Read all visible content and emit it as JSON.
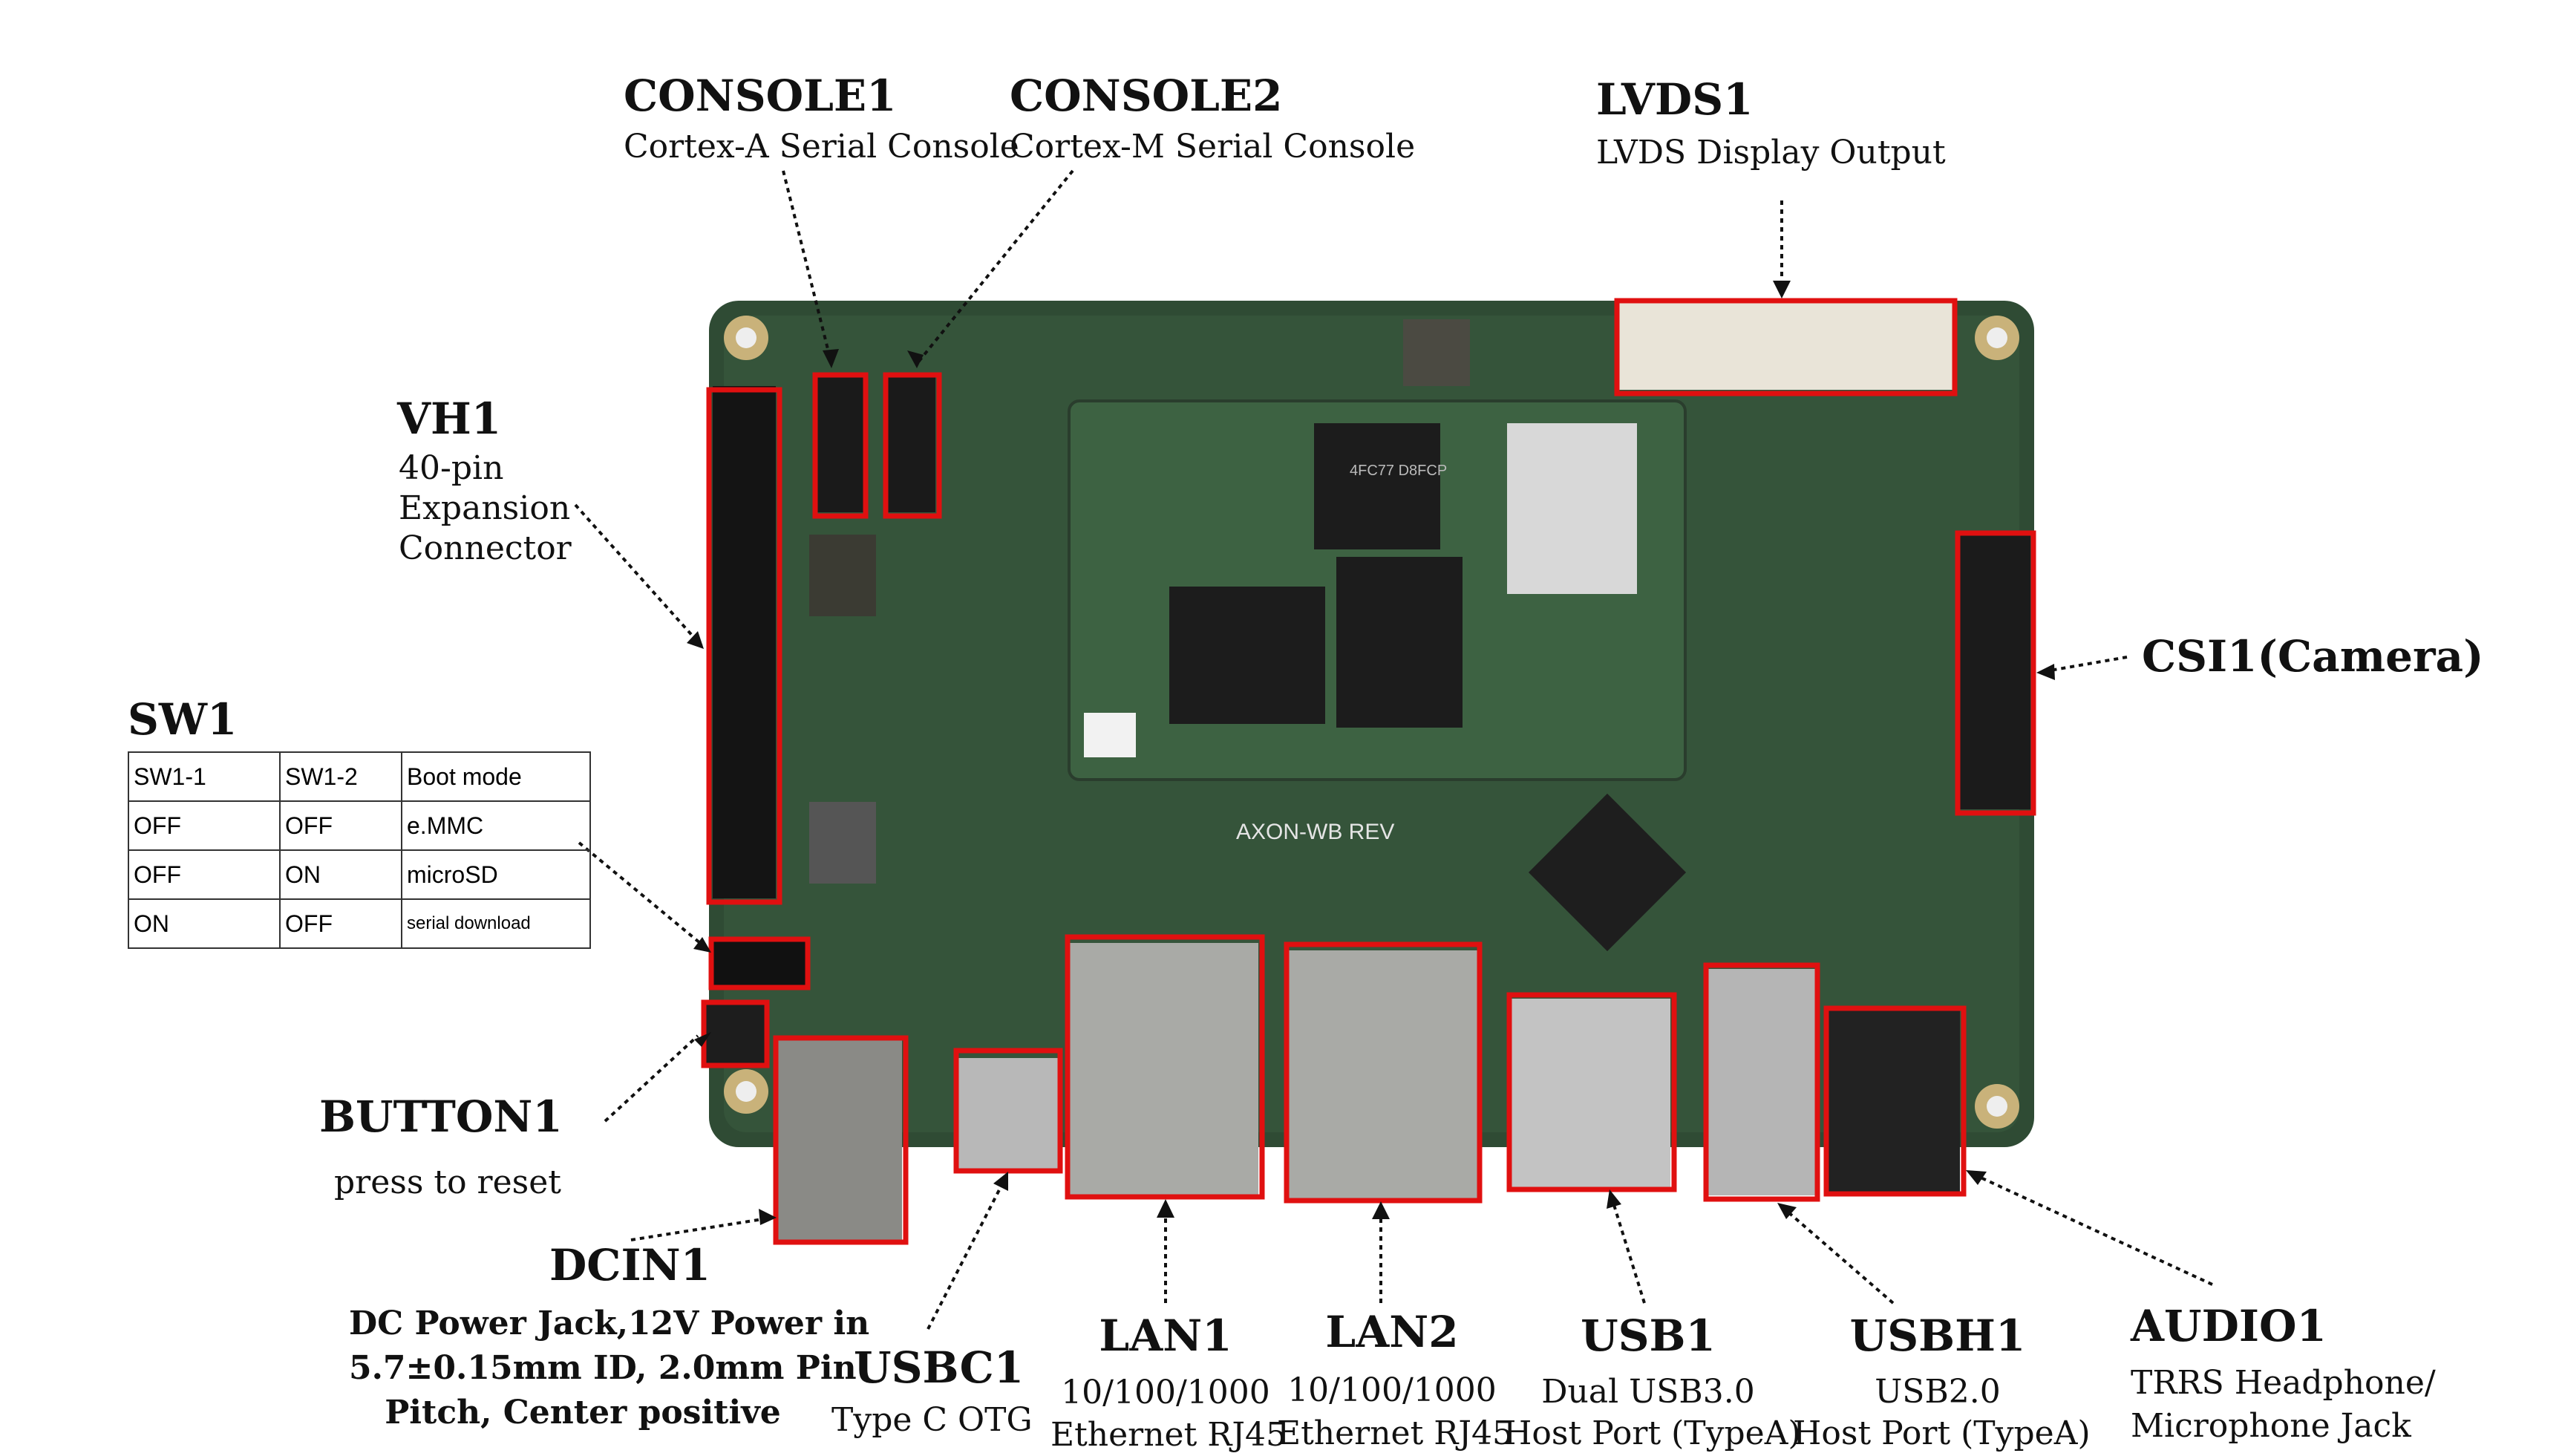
{
  "callouts": {
    "console1": {
      "title": "CONSOLE1",
      "desc": "Cortex-A Serial Console"
    },
    "console2": {
      "title": "CONSOLE2",
      "desc": "Cortex-M Serial Console"
    },
    "lvds1": {
      "title": "LVDS1",
      "desc": "LVDS Display Output"
    },
    "vh1": {
      "title": "VH1",
      "desc1": "40-pin",
      "desc2": "Expansion",
      "desc3": "Connector"
    },
    "csi1": {
      "title": "CSI1(Camera)"
    },
    "sw1": {
      "title": "SW1"
    },
    "button1": {
      "title": "BUTTON1",
      "desc": "press to reset"
    },
    "dcin1": {
      "title": "DCIN1",
      "desc1": "DC Power Jack,12V Power in",
      "desc2": "5.7±0.15mm ID, 2.0mm Pin",
      "desc3": "Pitch, Center positive"
    },
    "usbc1": {
      "title": "USBC1",
      "desc": "Type C OTG"
    },
    "lan1": {
      "title": "LAN1",
      "desc1": "10/100/1000",
      "desc2": "Ethernet RJ45"
    },
    "lan2": {
      "title": "LAN2",
      "desc1": "10/100/1000",
      "desc2": "Ethernet RJ45"
    },
    "usb1": {
      "title": "USB1",
      "desc1": "Dual USB3.0",
      "desc2": "Host Port (TypeA)"
    },
    "usbh1": {
      "title": "USBH1",
      "desc1": "USB2.0",
      "desc2": "Host Port (TypeA)"
    },
    "audio1": {
      "title": "AUDIO1",
      "desc1": "TRRS Headphone/",
      "desc2": "Microphone Jack"
    }
  },
  "sw1_table": {
    "headers": [
      "SW1-1",
      "SW1-2",
      "Boot mode"
    ],
    "rows": [
      [
        "OFF",
        "OFF",
        "e.MMC"
      ],
      [
        "OFF",
        "ON",
        "microSD"
      ],
      [
        "ON",
        "OFF",
        "serial download"
      ]
    ]
  },
  "board": {
    "silkscreen": "AXON-WB REV",
    "chip_text": "4FC77 D8FCP"
  },
  "colors": {
    "pcb": "#2e4a33",
    "highlight": "#e01010",
    "leader": "#111111"
  }
}
